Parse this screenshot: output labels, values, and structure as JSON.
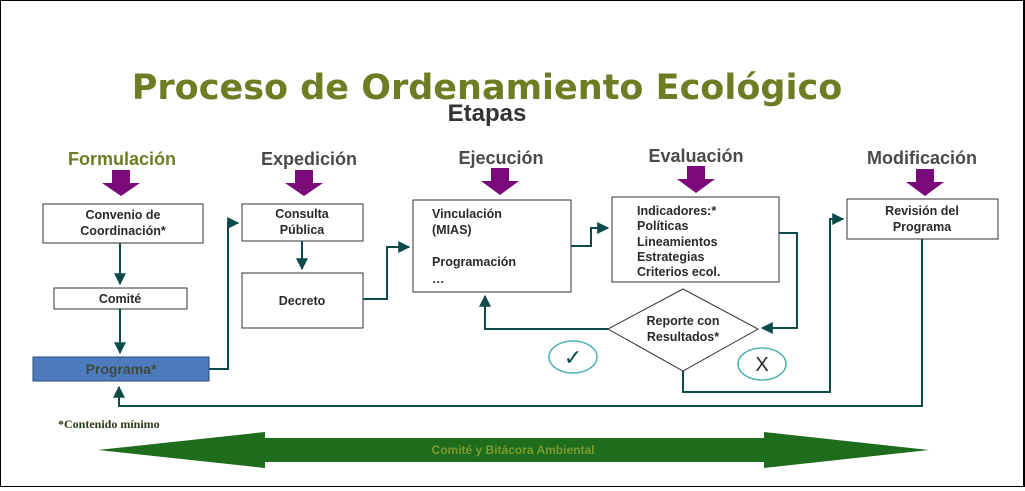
{
  "title": "Proceso de Ordenamiento Ecológico",
  "subtitle": "Etapas",
  "stages": [
    "Formulación",
    "Expedición",
    "Ejecución",
    "Evaluación",
    "Modificación"
  ],
  "boxes": {
    "convenio": [
      "Convenio de",
      "Coordinación*"
    ],
    "comite": "Comité",
    "programa": "Programa*",
    "consulta": [
      "Consulta",
      "Pública"
    ],
    "decreto": "Decreto",
    "vinculacion": [
      "Vinculación",
      "(MIAS)",
      "",
      "Programación",
      "…"
    ],
    "indicadores": [
      "Indicadores:*",
      "Políticas",
      "Lineamientos",
      "Estrategias",
      "Criterios ecol."
    ],
    "reporte": [
      "Reporte con",
      "Resultados*"
    ],
    "revision": [
      "Revisión del",
      "Programa"
    ]
  },
  "symbols": {
    "check": "✓",
    "cross": "X"
  },
  "footnote": "*Contenido mínimo",
  "bar_label": "Comité y Bitácora Ambiental",
  "colors": {
    "title": "#6e7d24",
    "stage_arrow": "#7a0a7a",
    "connector": "#0e4a4a",
    "programa_fill": "#4e7bbd",
    "bar_fill": "#1d6d1d",
    "check_circle": "#4fb3b3"
  }
}
